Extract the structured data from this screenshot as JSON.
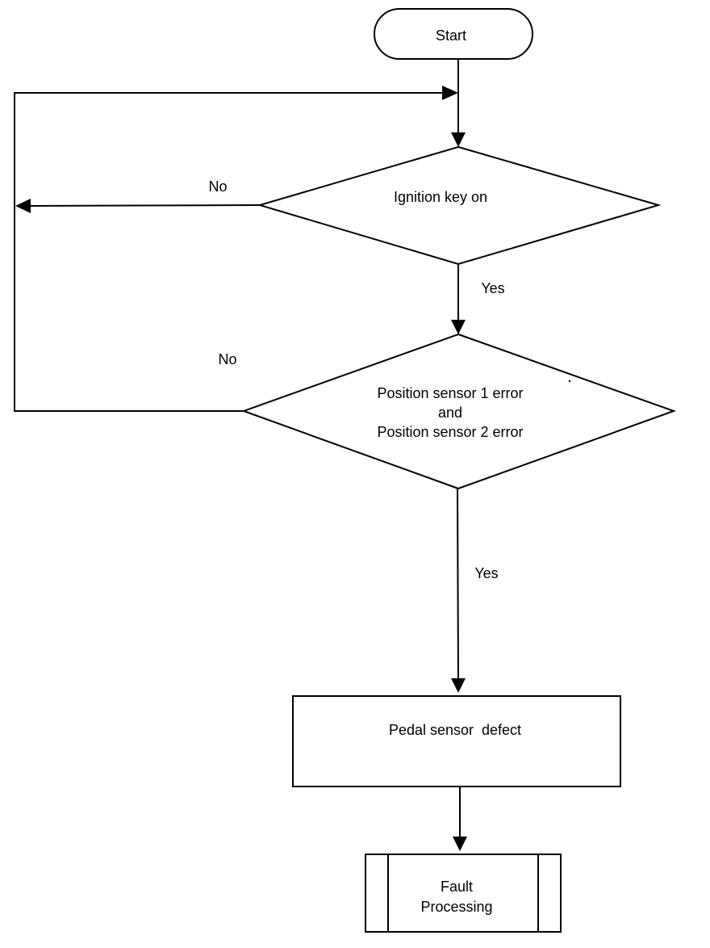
{
  "nodes": {
    "start": {
      "label": "Start"
    },
    "ignition": {
      "label": "Ignition key on"
    },
    "sensor_check": {
      "line1": "Position sensor 1 error",
      "line2": "and",
      "line3": "Position sensor 2 error"
    },
    "defect": {
      "label": "Pedal sensor  defect"
    },
    "fault": {
      "line1": "Fault",
      "line2": "Processing"
    }
  },
  "edges": {
    "ignition_no": "No",
    "ignition_yes": "Yes",
    "sensor_no": "No",
    "sensor_yes": "Yes"
  }
}
